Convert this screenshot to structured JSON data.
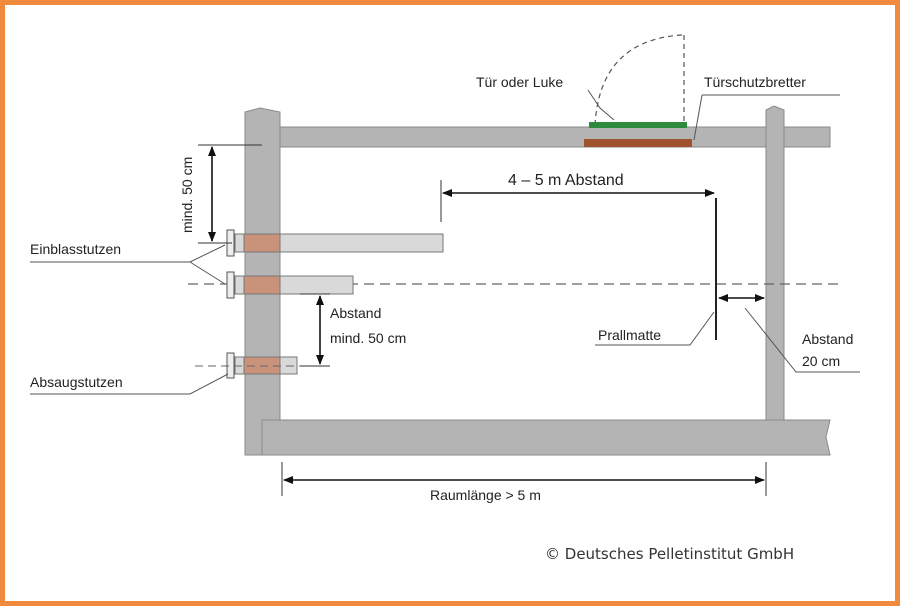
{
  "labels": {
    "door": "Tür oder Luke",
    "door_guard": "Türschutzbretter",
    "min_height": "mind. 50 cm",
    "distance_4_5": "4 – 5 m Abstand",
    "inlet": "Einblasstutzen",
    "spacing_line1": "Abstand",
    "spacing_line2": "mind. 50 cm",
    "extraction": "Absaugstutzen",
    "impact_mat": "Prallmatte",
    "wall_gap_line1": "Abstand",
    "wall_gap_line2": "20 cm",
    "room_length": "Raumlänge > 5 m"
  },
  "copyright": "© Deutsches Pelletinstitut GmbH",
  "colors": {
    "frame": "#f08a3c",
    "wall": "#b4b4b4",
    "wall_edge": "#8a8a8a",
    "pipe": "#d9d9d9",
    "pipe_band": "#c9927a",
    "door_green": "#2e8b3e",
    "door_brown": "#a0522d"
  }
}
